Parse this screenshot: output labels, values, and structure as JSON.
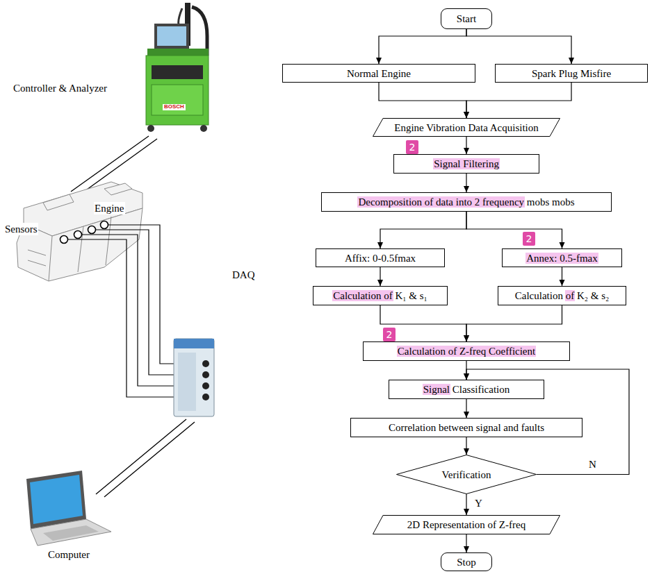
{
  "diagram": {
    "nodes": [
      {
        "text": [
          "Start"
        ]
      },
      {
        "text": [
          "Normal Engine"
        ]
      },
      {
        "text": [
          "Spark Plug Misfire"
        ]
      },
      {
        "text": [
          "Engine Vibration Data Acquisition"
        ]
      },
      {
        "text": [
          "Signal Filtering"
        ]
      },
      {
        "text": [
          "Decomposition of data into 2 frequency mobs mobs"
        ]
      },
      {
        "text": [
          "Affix: 0-0.5fmax"
        ]
      },
      {
        "text": [
          "Annex: 0.5-fmax"
        ]
      },
      {
        "text": [
          "Calculation of K₁ & s₁"
        ]
      },
      {
        "text": [
          "Calculation of K₂ & s₂"
        ]
      },
      {
        "text": [
          "Calculation of Z-freq Coefficient"
        ]
      },
      {
        "text": [
          "Signal Classification"
        ]
      },
      {
        "text": [
          "Correlation between signal and faults"
        ]
      },
      {
        "text": [
          "Verification"
        ]
      },
      {
        "text": [
          "2D Representation of Z-freq"
        ]
      },
      {
        "text": [
          "Stop"
        ]
      }
    ],
    "edges": [
      {
        "from": 0,
        "to": 1,
        "arrow": "to"
      },
      {
        "from": 0,
        "to": 2,
        "arrow": "to"
      },
      {
        "from": 1,
        "to": 3,
        "arrow": "to"
      },
      {
        "from": 2,
        "to": 3,
        "arrow": "to"
      },
      {
        "from": 3,
        "to": 4,
        "arrow": "to"
      },
      {
        "from": 4,
        "to": 5,
        "arrow": "to"
      },
      {
        "from": 5,
        "to": 6,
        "arrow": "to"
      },
      {
        "from": 5,
        "to": 7,
        "arrow": "to"
      },
      {
        "from": 6,
        "to": 8,
        "arrow": "to"
      },
      {
        "from": 7,
        "to": 9,
        "arrow": "to"
      },
      {
        "from": 8,
        "to": 10,
        "arrow": "to"
      },
      {
        "from": 9,
        "to": 10,
        "arrow": "to"
      },
      {
        "from": 10,
        "to": 11,
        "arrow": "to"
      },
      {
        "from": 11,
        "to": 12,
        "arrow": "to"
      },
      {
        "from": 12,
        "to": 13,
        "arrow": "to"
      },
      {
        "from": 13,
        "to": 14,
        "arrow": "to",
        "label": "Y"
      },
      {
        "from": 13,
        "to": 11,
        "arrow": "to",
        "label": "N"
      },
      {
        "from": 14,
        "to": 15,
        "arrow": "to"
      }
    ],
    "labels": [
      "Controller & Analyzer",
      "Engine",
      "Sensors",
      "DAQ",
      "Computer",
      "BOSCH",
      "2",
      "2",
      "2"
    ]
  }
}
